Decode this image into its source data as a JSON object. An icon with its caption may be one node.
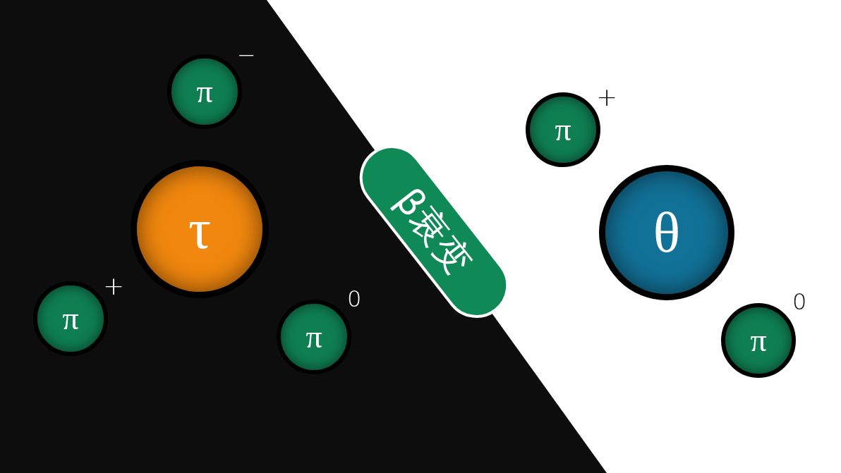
{
  "diagram": {
    "nodes": [
      {
        "text": [
          "π"
        ],
        "beside": [
          "−"
        ]
      },
      {
        "text": [
          "τ"
        ]
      },
      {
        "text": [
          "π"
        ],
        "beside": [
          "+"
        ]
      },
      {
        "text": [
          "π"
        ],
        "beside": [
          "0"
        ]
      },
      {
        "text": [
          "β衰变"
        ]
      },
      {
        "text": [
          "π"
        ],
        "beside": [
          "+"
        ]
      },
      {
        "text": [
          "θ"
        ]
      },
      {
        "text": [
          "π"
        ],
        "beside": [
          "0"
        ]
      }
    ]
  }
}
